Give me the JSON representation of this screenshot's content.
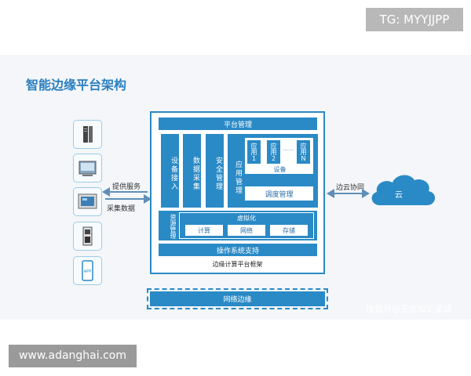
{
  "badges": {
    "top_right": "TG: MYYJJPP",
    "bottom_left": "www.adanghai.com"
  },
  "slide": {
    "title": "智能边缘平台架构",
    "watermark": "搜狐号@无忧知识星球"
  },
  "devices": [
    {
      "icon": "server-icon"
    },
    {
      "icon": "monitor-panel-icon"
    },
    {
      "icon": "hmi-screen-icon"
    },
    {
      "icon": "controller-module-icon"
    },
    {
      "icon": "mobile-app-icon",
      "label": "APP"
    }
  ],
  "links": {
    "provide_service": "提供服务",
    "collect_data": "采集数据",
    "edge_cloud": "边云协同"
  },
  "platform": {
    "top_bar": "平台管理",
    "columns": [
      "设备接入",
      "数据采集",
      "安全管理",
      "应用管理"
    ],
    "apps": [
      "应用1",
      "应用2",
      "应用N"
    ],
    "apps_dots": "……",
    "device_label": "设备",
    "scheduling": "调度管理",
    "resource_mgmt": "资源管理",
    "virtualization": "虚拟化",
    "resources": [
      "计算",
      "网络",
      "存储"
    ],
    "os_support": "操作系统支持",
    "framework_label": "边缘计算平台框架"
  },
  "cloud": {
    "label": "云"
  },
  "network_edge": "网络边缘",
  "colors": {
    "primary": "#2a8ac6",
    "title": "#2a7fc0",
    "cloud": "#2a8ac6"
  }
}
